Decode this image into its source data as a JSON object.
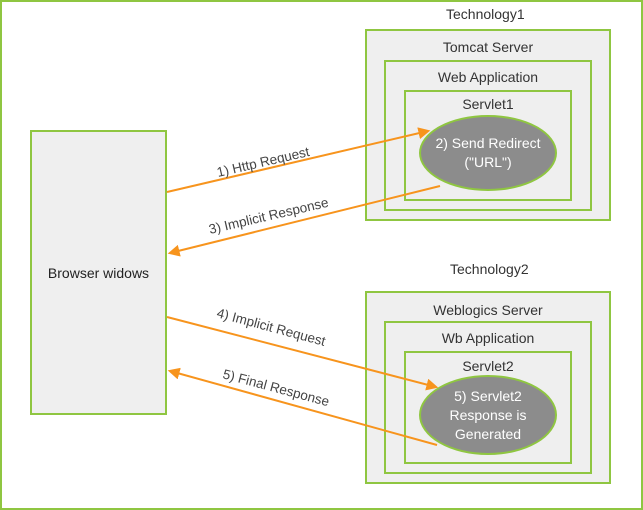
{
  "technology1": {
    "title": "Technology1",
    "server": "Tomcat Server",
    "application": "Web Application",
    "servlet": "Servlet1",
    "ellipse_lines": [
      "2) Send Redirect",
      "(\"URL\")"
    ]
  },
  "technology2": {
    "title": "Technology2",
    "server": "Weblogics Server",
    "application": "Wb Application",
    "servlet": "Servlet2",
    "ellipse_lines": [
      "5) Servlet2",
      "Response is",
      "Generated"
    ]
  },
  "browser": {
    "label": "Browser widows"
  },
  "arrows": [
    {
      "id": "http-request",
      "label": "1) Http Request"
    },
    {
      "id": "implicit-response",
      "label": "3) Implicit Response"
    },
    {
      "id": "implicit-request",
      "label": "4) Implicit Request"
    },
    {
      "id": "final-response",
      "label": "5) Final Response"
    }
  ],
  "colors": {
    "border": "#8fc641",
    "arrow": "#f7941d",
    "box_fill": "#efefef",
    "ellipse_fill": "#8c8c8c"
  }
}
